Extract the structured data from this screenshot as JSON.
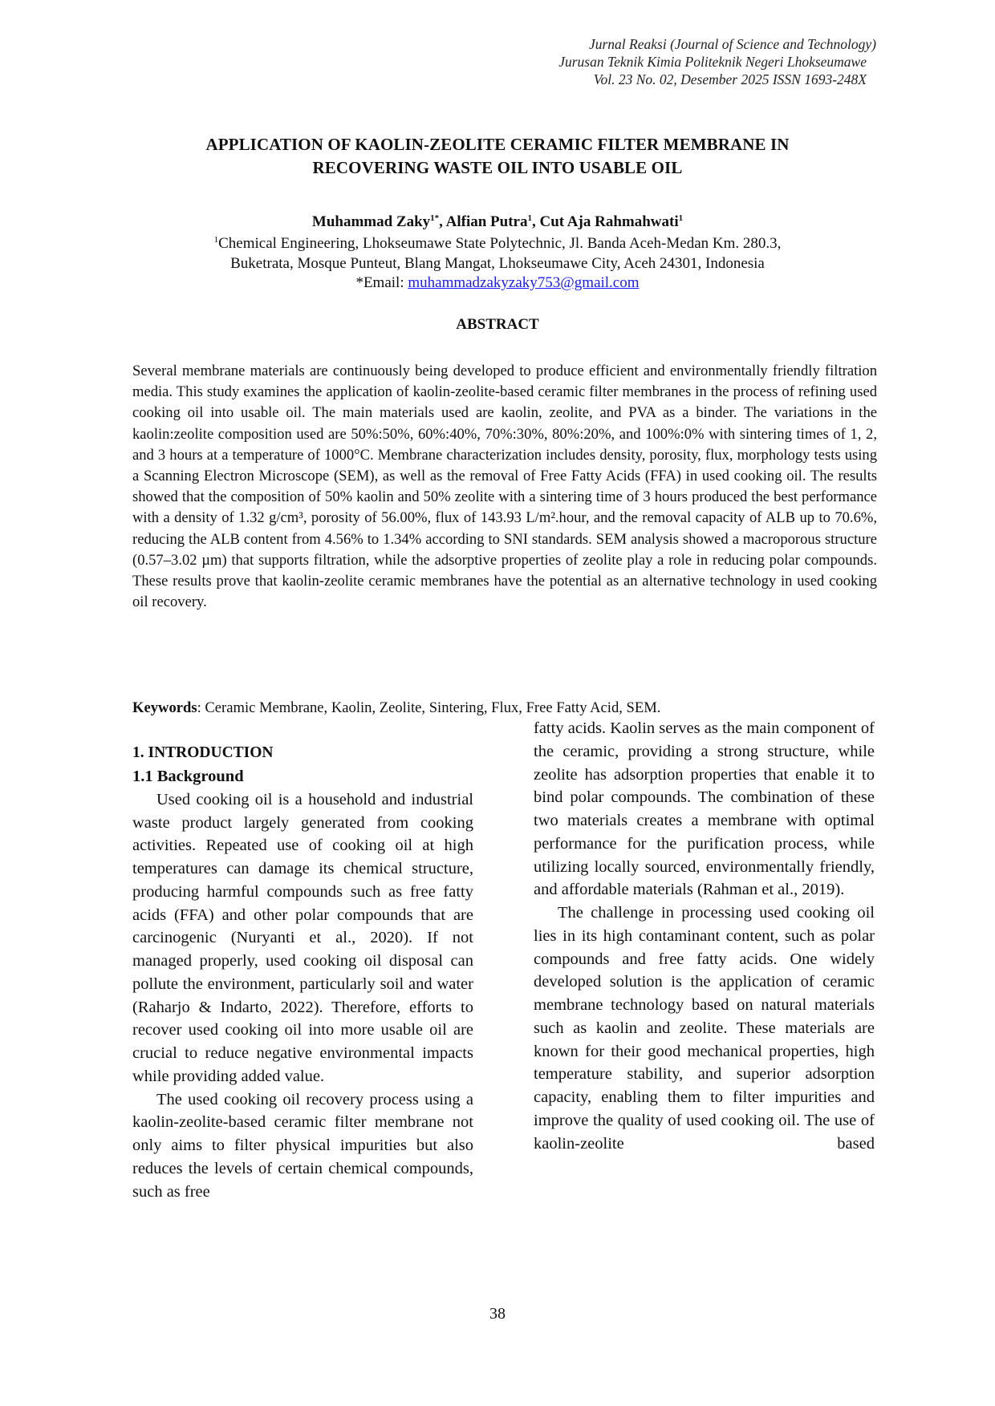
{
  "journal_header": {
    "line1": "Jurnal Reaksi (Journal of Science and Technology)",
    "line2": "Jurusan Teknik Kimia Politeknik Negeri Lhokseumawe",
    "line3": "Vol. 23 No. 02, Desember 2025 ISSN 1693-248X"
  },
  "title": {
    "line1": "APPLICATION OF KAOLIN-ZEOLITE CERAMIC FILTER MEMBRANE IN",
    "line2": "RECOVERING WASTE OIL INTO USABLE OIL"
  },
  "authors": [
    {
      "name": "Muhammad Zaky",
      "sup": "1*",
      "sep": ", "
    },
    {
      "name": "Alfian Putra",
      "sup": "1",
      "sep": ", "
    },
    {
      "name": "Cut Aja Rahmahwati",
      "sup": "1",
      "sep": ""
    }
  ],
  "affiliation": {
    "sup": "1",
    "line1": "Chemical Engineering, Lhokseumawe State Polytechnic, Jl. Banda Aceh-Medan Km. 280.3,",
    "line2": "Buketrata, Mosque Punteut, Blang Mangat, Lhokseumawe City, Aceh 24301, Indonesia",
    "email_label": "*Email: ",
    "email": "muhammadzakyzaky753@gmail.com"
  },
  "abstract": {
    "heading": "ABSTRACT",
    "text": "Several membrane materials are continuously being developed to produce efficient and environmentally friendly filtration media. This study examines the application of kaolin-zeolite-based ceramic filter membranes in the process of refining used cooking oil into usable oil. The main materials used are kaolin, zeolite, and PVA as a binder. The variations in the kaolin:zeolite composition used are 50%:50%, 60%:40%, 70%:30%, 80%:20%, and 100%:0% with sintering times of 1, 2, and 3 hours at a temperature of 1000°C. Membrane characterization includes density, porosity, flux, morphology tests using a Scanning Electron Microscope (SEM), as well as the removal of Free Fatty Acids (FFA) in used cooking oil. The results showed that the composition of 50% kaolin and 50% zeolite with a sintering time of 3 hours produced the best performance with a density of 1.32 g/cm³, porosity of 56.00%, flux of 143.93 L/m².hour, and the removal capacity of ALB up to 70.6%, reducing the ALB content from 4.56% to 1.34% according to SNI standards. SEM analysis showed a macroporous structure (0.57–3.02 µm) that supports filtration, while the adsorptive properties of zeolite play a role in reducing polar compounds. These results prove that kaolin-zeolite ceramic membranes have the potential as an alternative technology in used cooking oil recovery."
  },
  "keywords": {
    "label": "Keywords",
    "text": ": Ceramic Membrane, Kaolin, Zeolite, Sintering, Flux, Free Fatty Acid, SEM."
  },
  "introduction": {
    "heading": "1.  INTRODUCTION",
    "subheading": "1.1 Background",
    "left_paragraphs": [
      "Used cooking oil is a household and industrial waste product largely generated from cooking activities. Repeated use of cooking oil at high temperatures can damage its chemical structure, producing harmful compounds such as free fatty acids (FFA) and other polar compounds that are carcinogenic (Nuryanti et al., 2020). If not managed properly, used cooking oil disposal can pollute the environment, particularly soil and water (Raharjo & Indarto, 2022). Therefore, efforts to recover used cooking oil into more usable oil are crucial to reduce negative environmental impacts while providing added value.",
      "The used cooking oil recovery process using a kaolin-zeolite-based ceramic filter membrane not only aims to filter physical impurities but also reduces the levels of certain chemical compounds, such as free"
    ],
    "right_paragraphs": [
      "fatty acids. Kaolin serves as the main component of the ceramic, providing a strong structure, while zeolite has adsorption properties that enable it to bind polar compounds. The combination of these two materials creates a membrane with optimal performance for the purification process, while utilizing locally sourced, environmentally friendly, and affordable materials (Rahman et al., 2019).",
      "The challenge in processing used cooking oil lies in its high contaminant content, such as polar compounds and free fatty acids. One widely developed solution is the application of ceramic membrane technology based on natural materials such as kaolin and zeolite. These materials are known for their good mechanical properties, high temperature stability, and superior adsorption capacity, enabling them to filter impurities and improve the quality of used cooking oil. The use of kaolin-zeolite based"
    ]
  },
  "footer": {
    "page_number": "38"
  }
}
